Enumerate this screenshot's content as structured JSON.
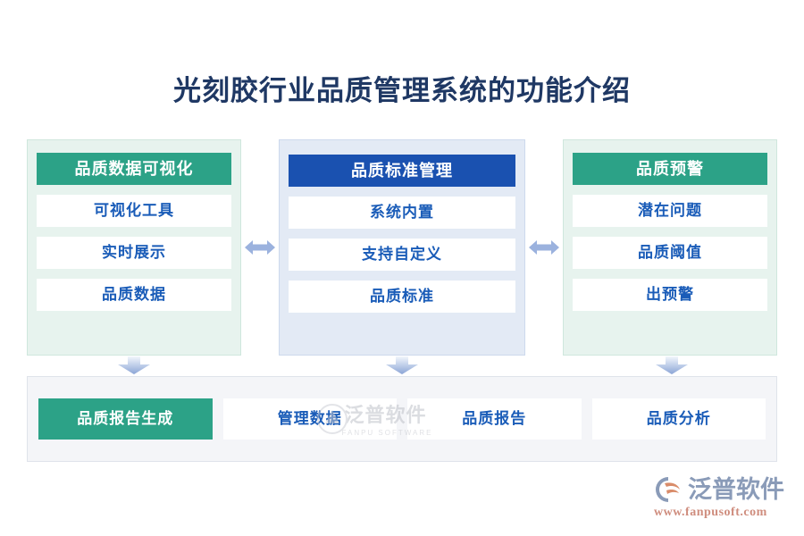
{
  "title": "光刻胶行业品质管理系统的功能介绍",
  "colors": {
    "green": "#2ca287",
    "blue": "#1a51b0",
    "item_text": "#1a5cb8",
    "title_text": "#1f3864",
    "green_card_bg": "#e7f3ee",
    "blue_card_bg": "#e3eaf5",
    "bottom_bar_bg": "#f4f5f8",
    "arrow": "#9bb2de"
  },
  "columns": [
    {
      "header": "品质数据可视化",
      "theme": "green",
      "items": [
        "可视化工具",
        "实时展示",
        "品质数据"
      ]
    },
    {
      "header": "品质标准管理",
      "theme": "blue",
      "items": [
        "系统内置",
        "支持自定义",
        "品质标准"
      ]
    },
    {
      "header": "品质预警",
      "theme": "green",
      "items": [
        "潜在问题",
        "品质阈值",
        "出预警"
      ]
    }
  ],
  "connectors": {
    "horizontal_icon": "double-arrow-horizontal-icon",
    "vertical_icon": "arrow-down-icon",
    "count_horizontal": 2,
    "count_vertical": 3
  },
  "bottom_bar": {
    "items": [
      {
        "label": "品质报告生成",
        "highlight": true
      },
      {
        "label": "管理数据",
        "highlight": false
      },
      {
        "label": "品质报告",
        "highlight": false
      },
      {
        "label": "品质分析",
        "highlight": false
      }
    ]
  },
  "watermark": {
    "cn": "泛普软件",
    "en": "FANPU SOFTWARE"
  },
  "logo": {
    "cn": "泛普软件",
    "url": "www.fanpusoft.com"
  }
}
